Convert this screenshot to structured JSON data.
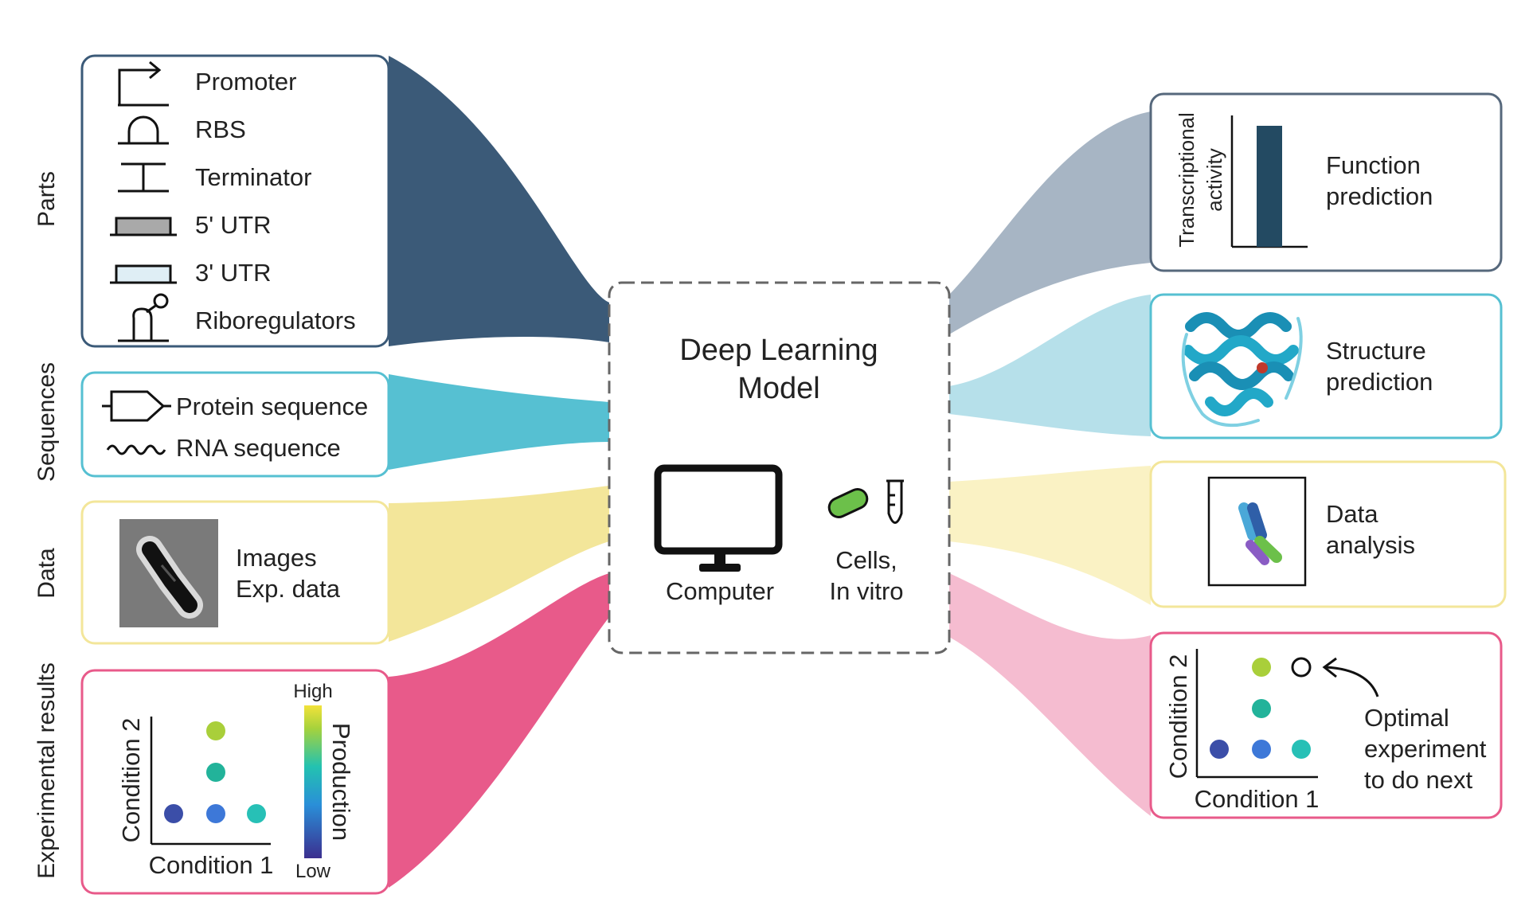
{
  "colors": {
    "parts": "#3b5a78",
    "sequences": "#56c0d2",
    "data": "#f3e69a",
    "results": "#e85a8a",
    "function": "#a7b5c4",
    "structure": "#b6e0ea",
    "analysis": "#faf2c4",
    "optimal": "#f5bcd0",
    "bar": "#234a62"
  },
  "left": {
    "parts": {
      "side_label": "Parts",
      "items": [
        "Promoter",
        "RBS",
        "Terminator",
        "5' UTR",
        "3' UTR",
        "Riboregulators"
      ]
    },
    "sequences": {
      "side_label": "Sequences",
      "items": [
        "Protein sequence",
        "RNA sequence"
      ]
    },
    "data": {
      "side_label": "Data",
      "items": [
        "Images",
        "Exp. data"
      ]
    },
    "results": {
      "side_label": "Experimental results",
      "xlabel": "Condition 1",
      "ylabel": "Condition 2",
      "colorbar_high": "High",
      "colorbar_low": "Low",
      "colorbar_label": "Production"
    }
  },
  "center": {
    "title_line1": "Deep Learning",
    "title_line2": "Model",
    "computer_label": "Computer",
    "cells_line1": "Cells,",
    "cells_line2": "In vitro"
  },
  "right": {
    "function": {
      "axis_line1": "Transcriptional",
      "axis_line2": "activity",
      "label_line1": "Function",
      "label_line2": "prediction"
    },
    "structure": {
      "label_line1": "Structure",
      "label_line2": "prediction"
    },
    "analysis": {
      "label_line1": "Data",
      "label_line2": "analysis"
    },
    "optimal": {
      "xlabel": "Condition 1",
      "ylabel": "Condition 2",
      "label_line1": "Optimal",
      "label_line2": "experiment",
      "label_line3": "to do next"
    }
  }
}
